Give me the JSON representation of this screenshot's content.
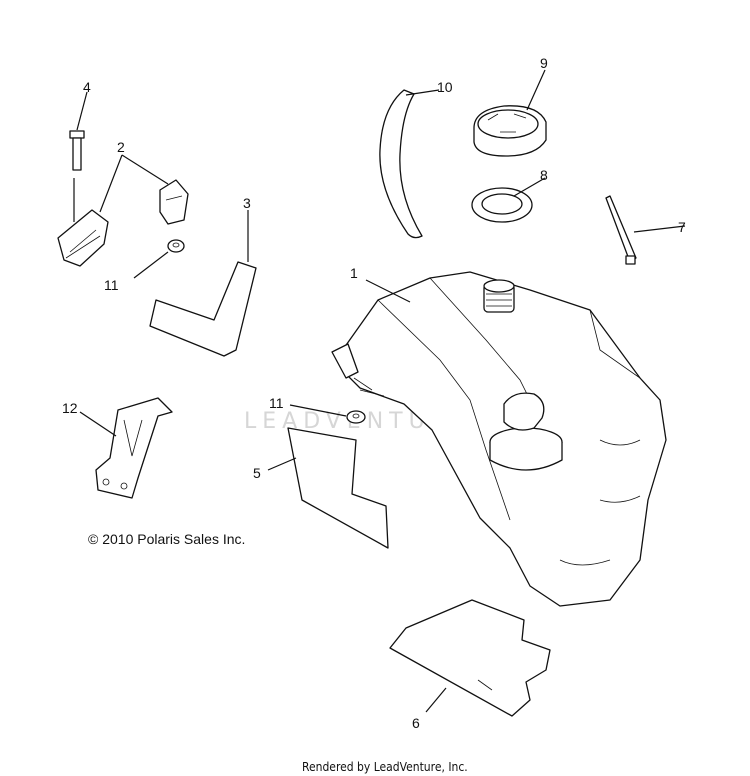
{
  "callouts": {
    "c1": "1",
    "c2": "2",
    "c3": "3",
    "c4": "4",
    "c5": "5",
    "c6": "6",
    "c7": "7",
    "c8": "8",
    "c9": "9",
    "c10": "10",
    "c11a": "11",
    "c11b": "11",
    "c12": "12"
  },
  "copyright": "© 2010 Polaris Sales Inc.",
  "footer": "Rendered by LeadVenture, Inc.",
  "watermark": "LEADVENTURE",
  "colors": {
    "line": "#111111",
    "watermark": "#d6d6d6",
    "background": "#ffffff"
  }
}
